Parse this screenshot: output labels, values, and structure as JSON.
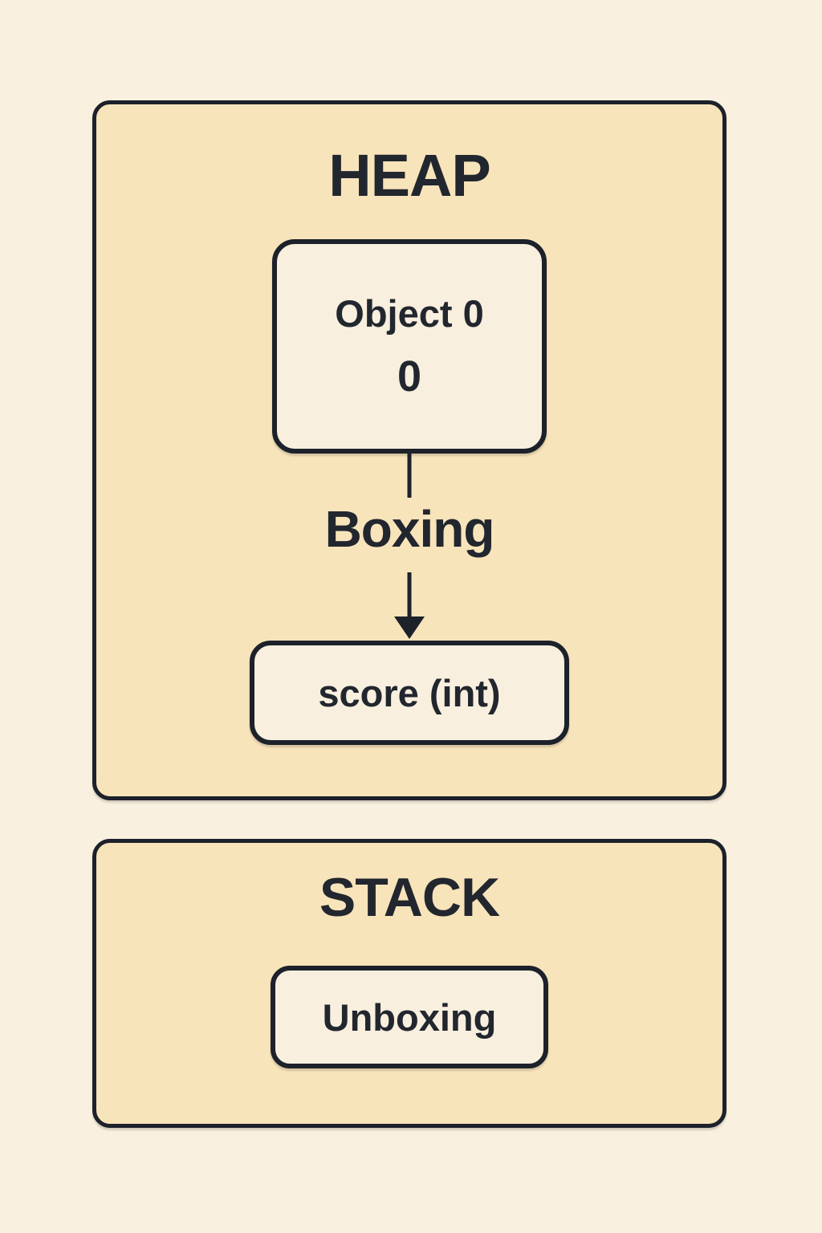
{
  "colors": {
    "page_background": "#faf0df",
    "panel_fill": "#f8e4ba",
    "node_fill": "#f8efde",
    "border": "#1c212a",
    "text": "#22262e"
  },
  "heap": {
    "title": "HEAP",
    "object_node": {
      "name": "Object 0",
      "value": "0"
    },
    "edge_label": "Boxing",
    "score_node": {
      "label": "score (int)"
    }
  },
  "stack": {
    "title": "STACK",
    "node": {
      "label": "Unboxing"
    }
  }
}
